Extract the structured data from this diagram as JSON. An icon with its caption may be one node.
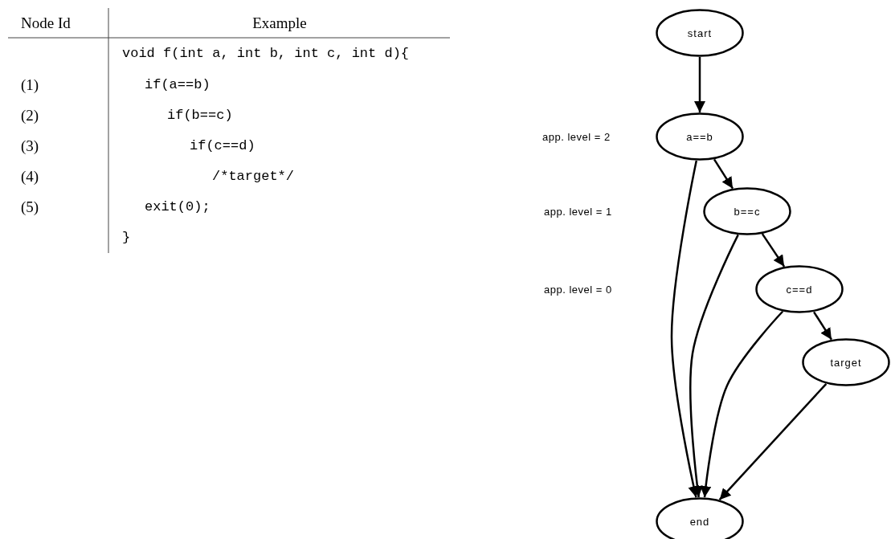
{
  "diagram": {
    "nodes": [
      {
        "text": [
          "start"
        ]
      },
      {
        "text": [
          "a==b"
        ]
      },
      {
        "text": [
          "b==c"
        ]
      },
      {
        "text": [
          "c==d"
        ]
      },
      {
        "text": [
          "target"
        ]
      },
      {
        "text": [
          "end"
        ]
      }
    ],
    "edges": [
      {
        "from": 0,
        "to": 1,
        "arrow": "to"
      },
      {
        "from": 1,
        "to": 2,
        "arrow": "to"
      },
      {
        "from": 1,
        "to": 5,
        "arrow": "to"
      },
      {
        "from": 2,
        "to": 3,
        "arrow": "to"
      },
      {
        "from": 2,
        "to": 5,
        "arrow": "to"
      },
      {
        "from": 3,
        "to": 4,
        "arrow": "to"
      },
      {
        "from": 3,
        "to": 5,
        "arrow": "to"
      },
      {
        "from": 4,
        "to": 5,
        "arrow": "to"
      }
    ],
    "labels": [
      "Node Id",
      "Example",
      "void f(int a, int b, int c, int d){",
      "(1)",
      "if(a==b)",
      "(2)",
      "if(b==c)",
      "(3)",
      "if(c==d)",
      "(4)",
      "/*target*/",
      "(5)",
      "exit(0);",
      "}",
      "app. level = 2",
      "app. level = 1",
      "app. level = 0"
    ]
  }
}
